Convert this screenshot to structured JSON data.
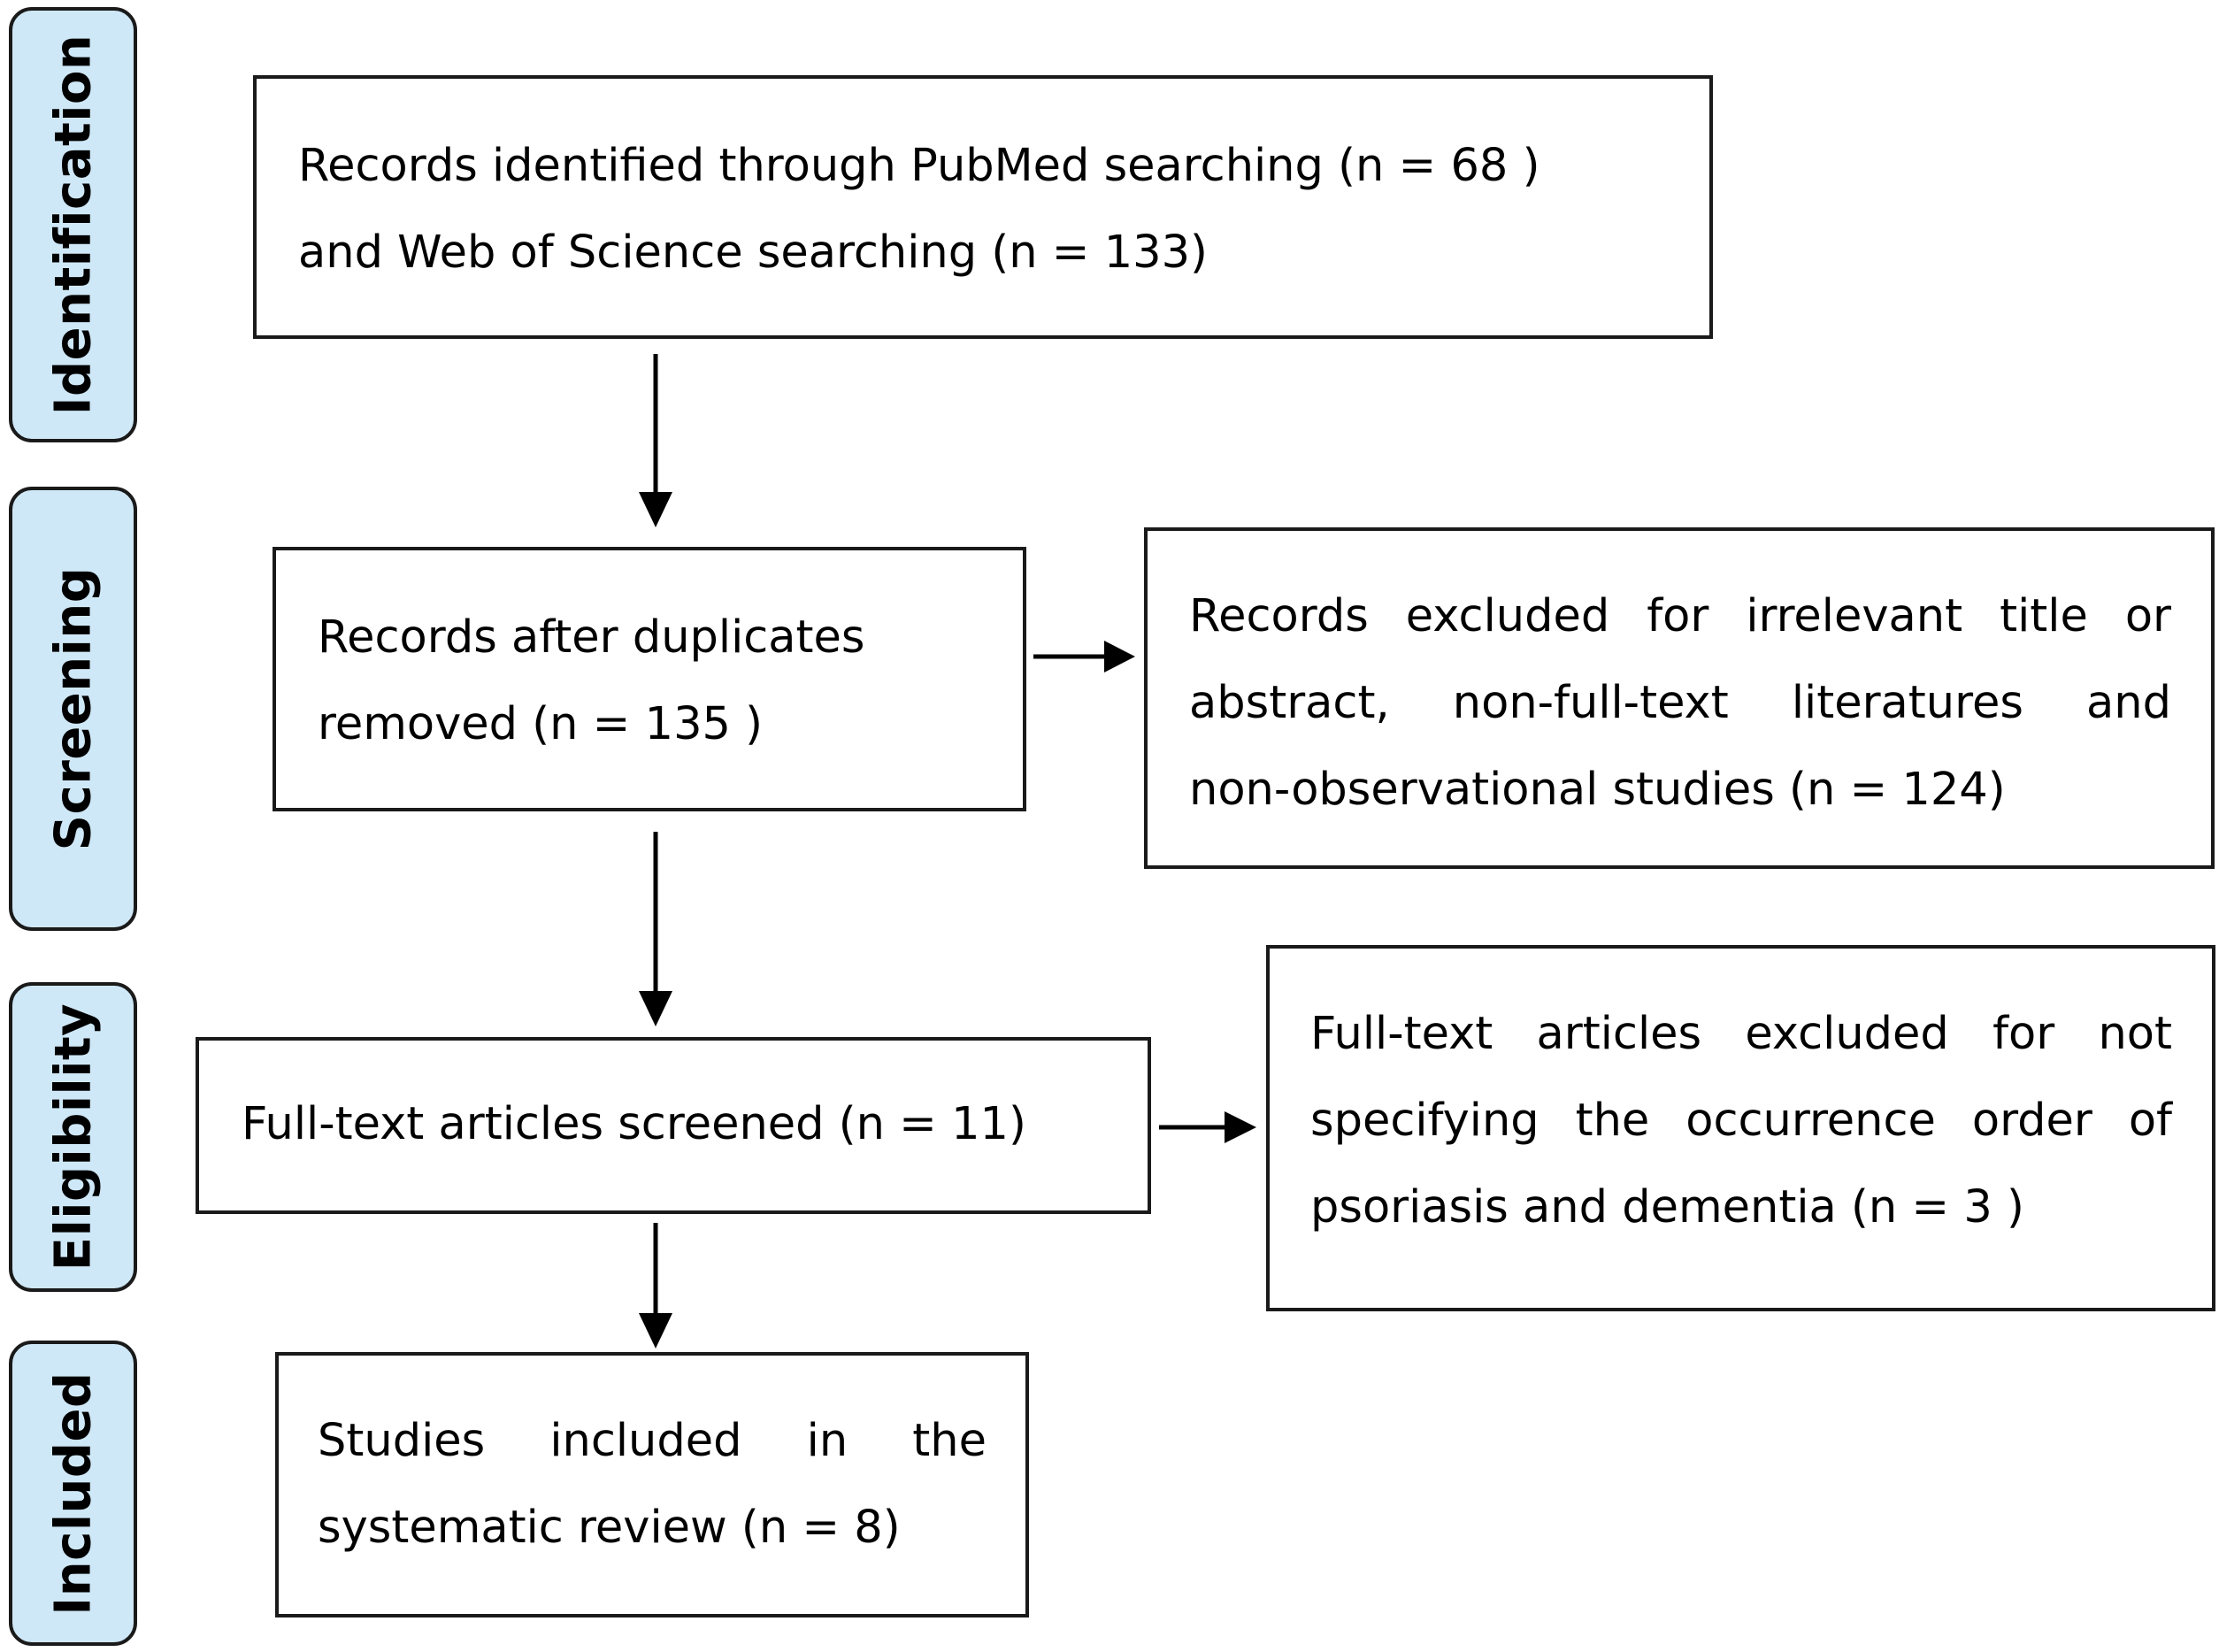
{
  "phases": {
    "identification": "Identification",
    "screening": "Screening",
    "eligibility": "Eligibility",
    "included": "Included"
  },
  "boxes": {
    "identified": {
      "line1": "Records identified through PubMed searching (n = 68 )",
      "line2": "and Web of Science searching (n = 133)"
    },
    "after_duplicates": {
      "line1": "Records after duplicates",
      "line2": "removed (n = 135 )"
    },
    "excluded_screening": {
      "line1": "Records excluded for irrelevant title or",
      "line2": "abstract, non-full-text literatures and",
      "line3": "non-observational studies (n = 124)"
    },
    "fulltext_screened": {
      "line1": "Full-text articles screened (n = 11)"
    },
    "excluded_fulltext": {
      "line1": "Full-text articles excluded for not",
      "line2": "specifying the occurrence order of",
      "line3": "psoriasis and dementia (n = 3 )"
    },
    "included": {
      "line1": "Studies included in the",
      "line2": "systematic review (n = 8)"
    }
  },
  "colors": {
    "phase_fill": "#cfe8f7",
    "stroke": "#1a1a1a"
  }
}
